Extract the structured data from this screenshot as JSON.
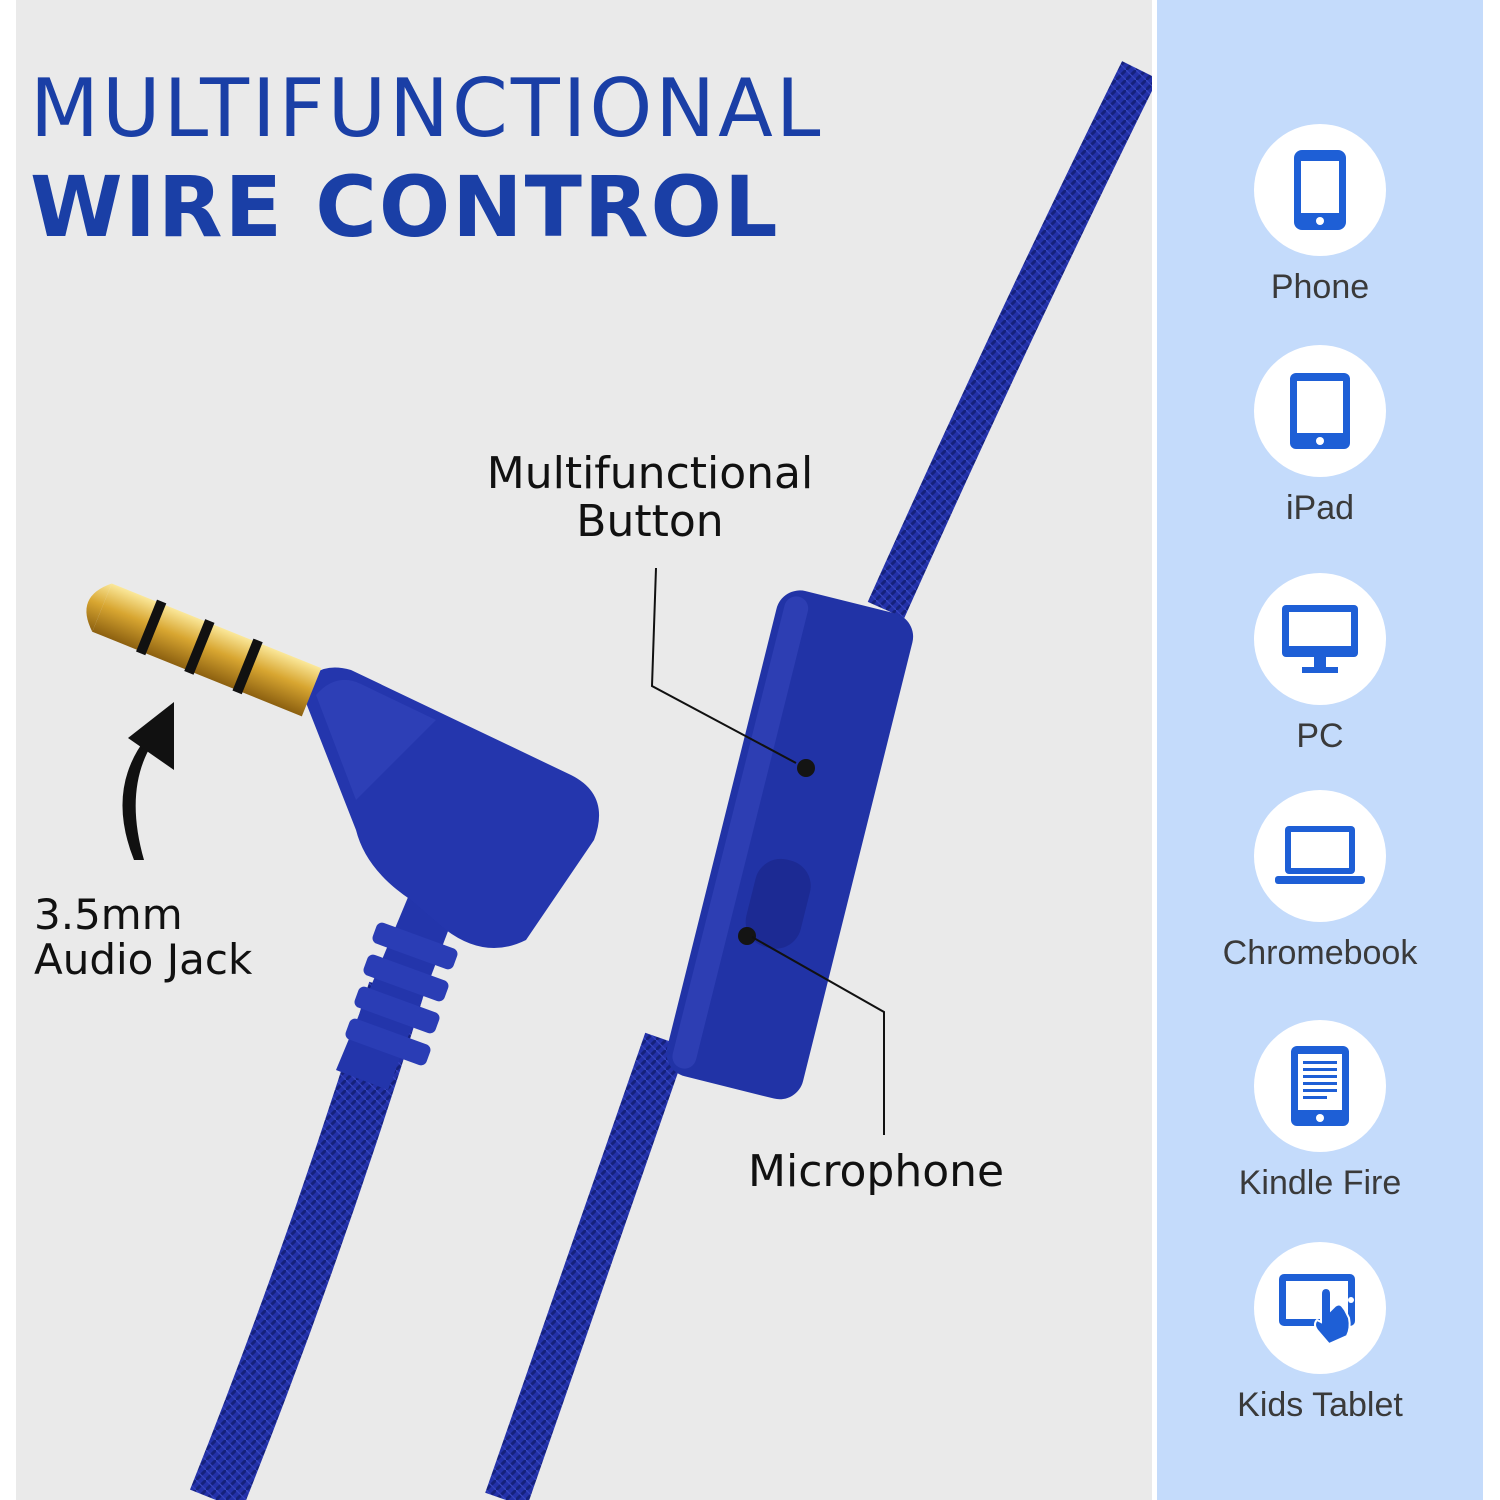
{
  "title": {
    "line1": "MULTIFUNCTIONAL",
    "line2": "WIRE CONTROL"
  },
  "callouts": {
    "button": {
      "line1": "Multifunctional",
      "line2": "Button"
    },
    "microphone": "Microphone",
    "jack": {
      "line1": "3.5mm",
      "line2": "Audio Jack"
    }
  },
  "devices": [
    {
      "label": "Phone",
      "icon": "phone-icon"
    },
    {
      "label": "iPad",
      "icon": "ipad-icon"
    },
    {
      "label": "PC",
      "icon": "pc-monitor-icon"
    },
    {
      "label": "Chromebook",
      "icon": "laptop-icon"
    },
    {
      "label": "Kindle Fire",
      "icon": "ereader-icon"
    },
    {
      "label": "Kids Tablet",
      "icon": "touch-tablet-icon"
    }
  ],
  "colors": {
    "brand_blue": "#1a3fa6",
    "cable_blue": "#1f2fa3",
    "side_panel": "#c4dbfb",
    "icon_blue": "#1e5fd6",
    "gold": "#d8a631"
  }
}
